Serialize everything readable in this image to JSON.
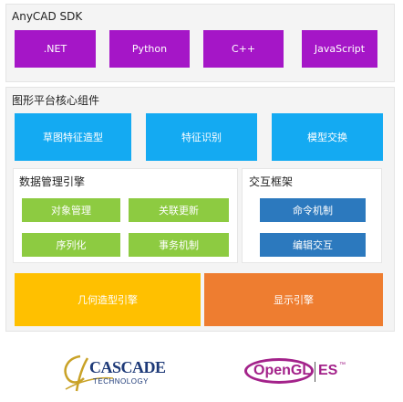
{
  "sdk": {
    "title": "AnyCAD SDK",
    "languages": [
      ".NET",
      "Python",
      "C++",
      "JavaScript"
    ]
  },
  "core": {
    "title": "图形平台核心组件",
    "modules": [
      "草图特征造型",
      "特征识别",
      "模型交换"
    ]
  },
  "data_mgmt": {
    "title": "数据管理引擎",
    "items": [
      "对象管理",
      "关联更新",
      "序列化",
      "事务机制"
    ]
  },
  "interaction": {
    "title": "交互框架",
    "items": [
      "命令机制",
      "编辑交互"
    ]
  },
  "engines": {
    "geometry": "几何造型引擎",
    "display": "显示引擎"
  },
  "logos": {
    "cascade_main": "CASCADE",
    "cascade_sub": "TECHNOLOGY",
    "opengl_main": "OpenGL",
    "opengl_es": "ES",
    "trademark": "™"
  },
  "colors": {
    "language_box": "#a516c7",
    "module_box": "#14aaf2",
    "data_item": "#8dcb41",
    "interaction_item": "#2c79be",
    "geometry_engine": "#ffc000",
    "display_engine": "#ee7d30"
  }
}
